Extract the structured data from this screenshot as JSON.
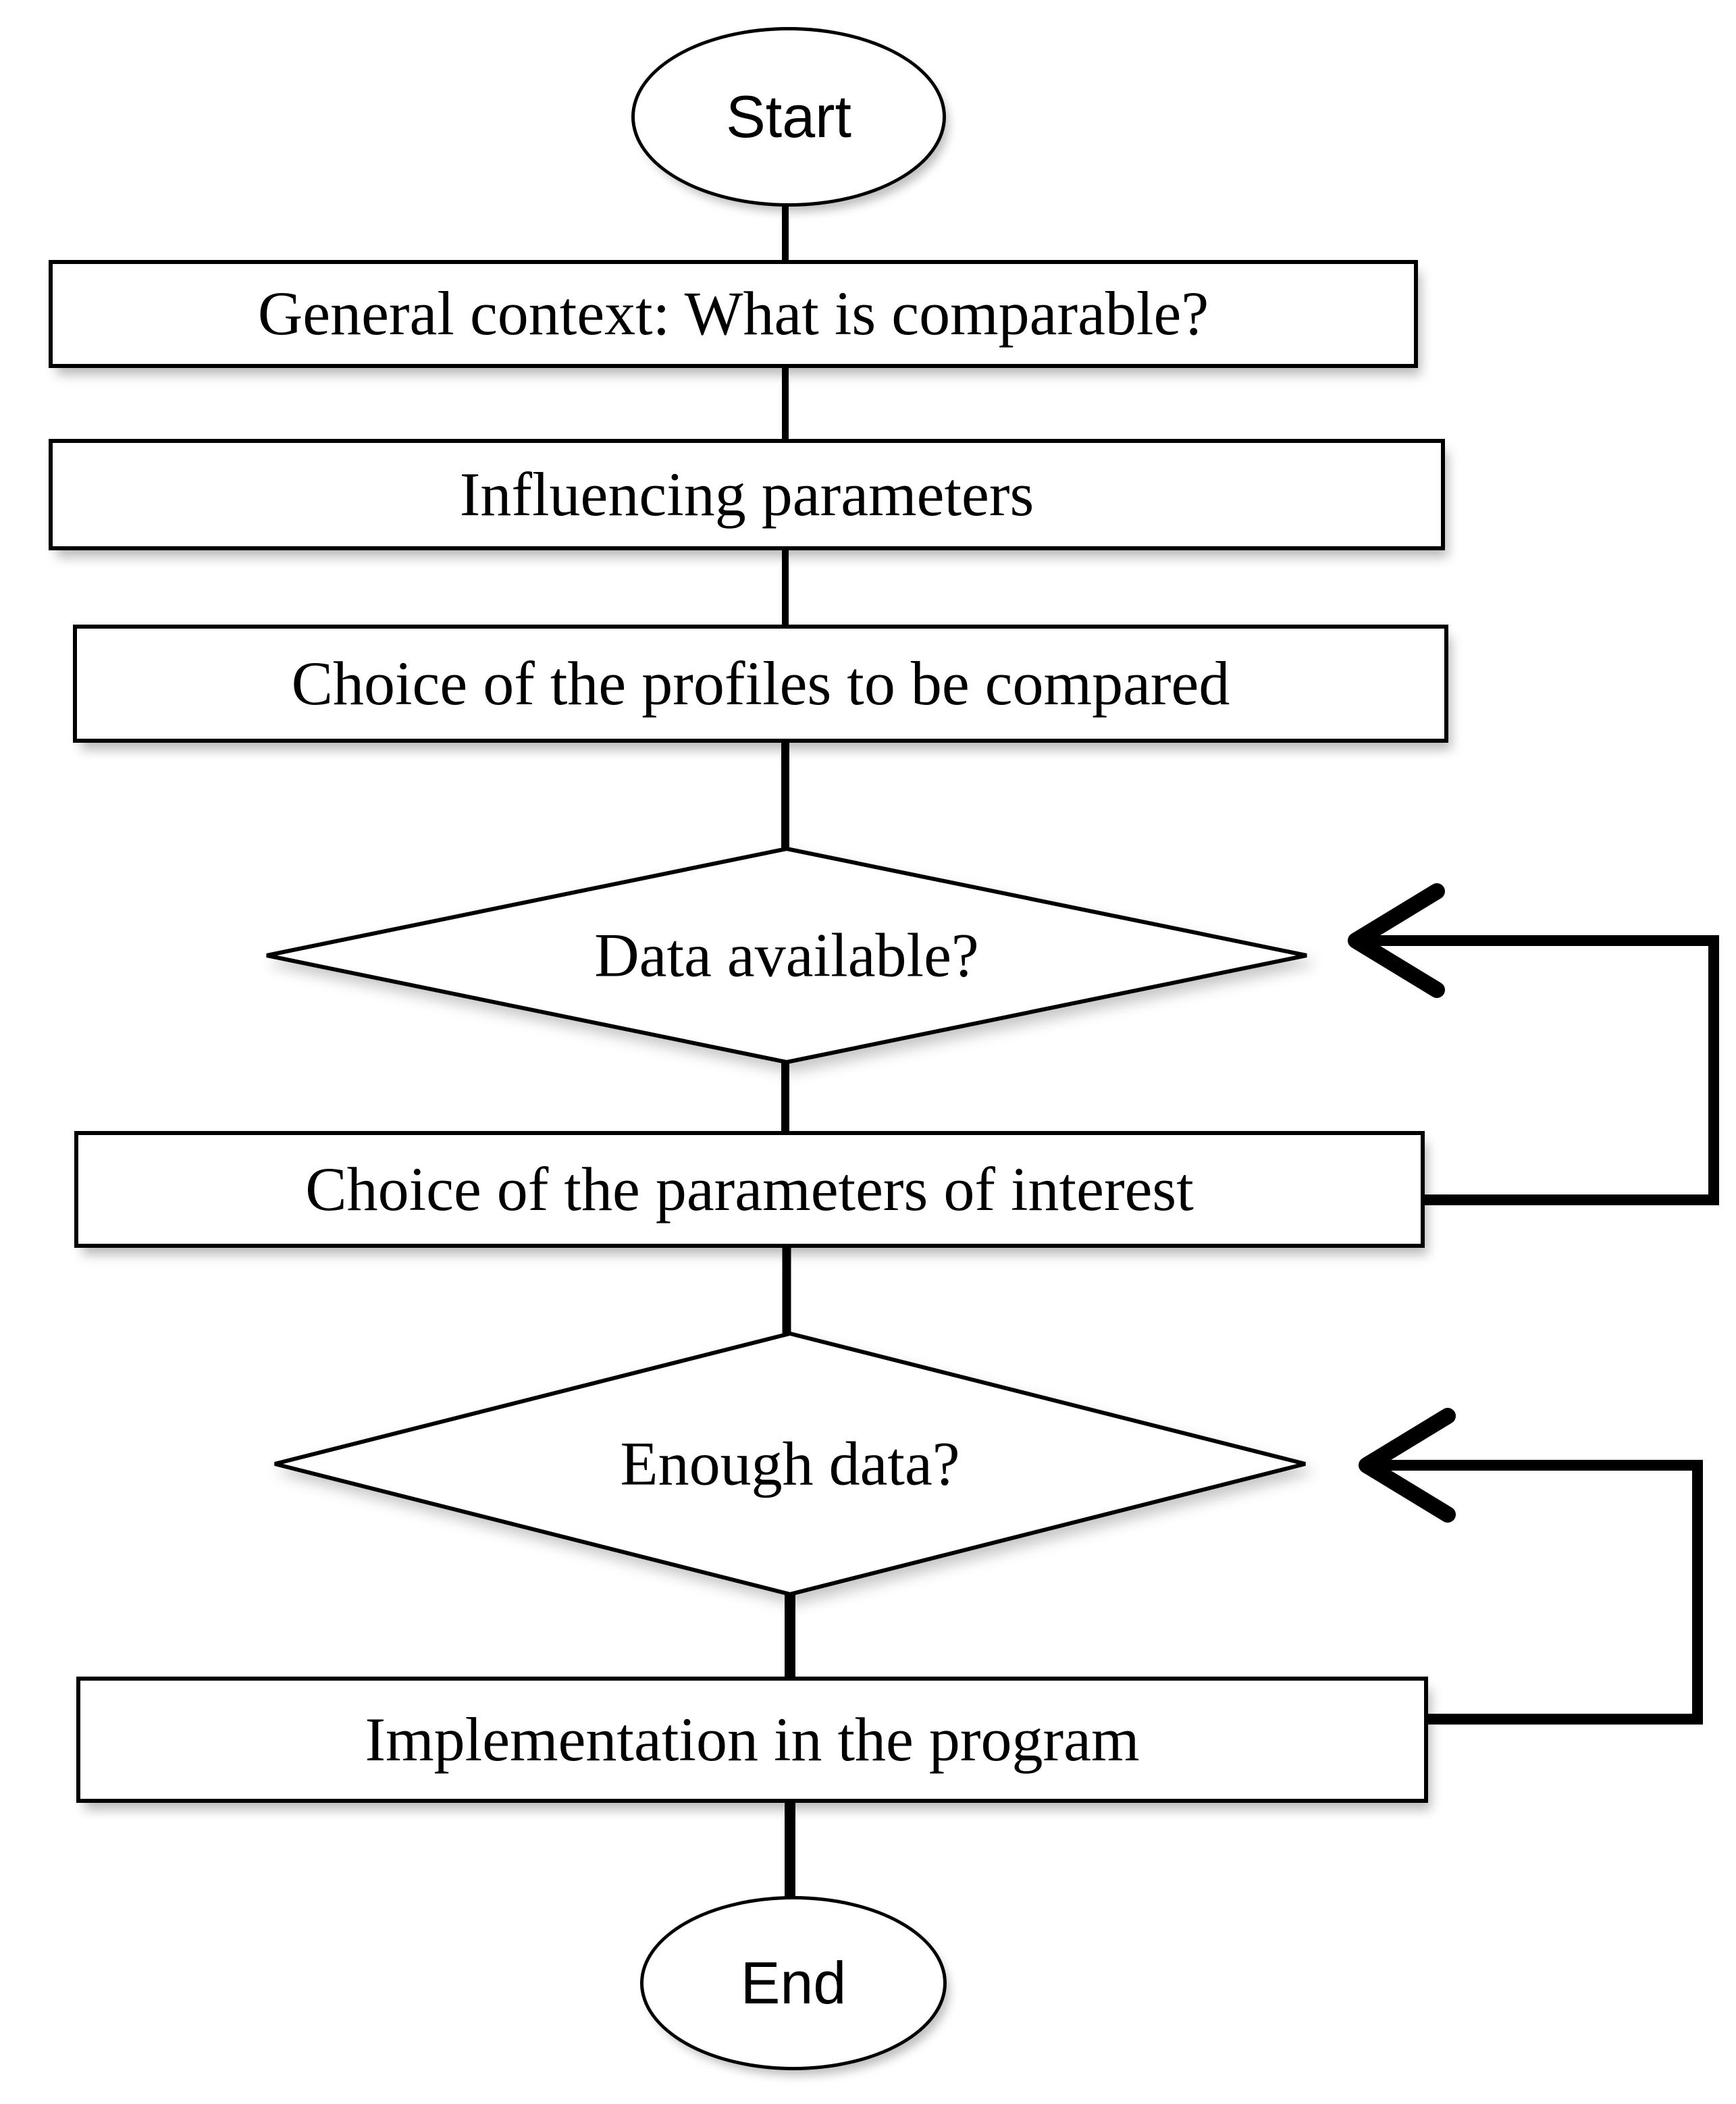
{
  "diagram": {
    "type": "flowchart",
    "colors": {
      "stroke": "#000000",
      "shape_fill": "#ffffff",
      "background": "#ffffff"
    },
    "nodes": {
      "start": {
        "label": "Start",
        "shape": "terminator"
      },
      "general_context": {
        "label": "General context: What is comparable?",
        "shape": "process"
      },
      "influencing_parameters": {
        "label": "Influencing parameters",
        "shape": "process"
      },
      "choice_profiles": {
        "label": "Choice of the profiles to be compared",
        "shape": "process"
      },
      "data_available": {
        "label": "Data available?",
        "shape": "decision"
      },
      "choice_parameters": {
        "label": "Choice of the parameters of interest",
        "shape": "process"
      },
      "enough_data": {
        "label": "Enough data?",
        "shape": "decision"
      },
      "implementation": {
        "label": "Implementation in the program",
        "shape": "process"
      },
      "end": {
        "label": "End",
        "shape": "terminator"
      }
    },
    "edges": [
      {
        "from": "start",
        "to": "general_context",
        "type": "straight"
      },
      {
        "from": "general_context",
        "to": "influencing_parameters",
        "type": "straight"
      },
      {
        "from": "influencing_parameters",
        "to": "choice_profiles",
        "type": "straight"
      },
      {
        "from": "choice_profiles",
        "to": "data_available",
        "type": "straight"
      },
      {
        "from": "data_available",
        "to": "choice_parameters",
        "type": "straight"
      },
      {
        "from": "choice_parameters",
        "to": "data_available",
        "type": "feedback-loop-arrow"
      },
      {
        "from": "choice_parameters",
        "to": "enough_data",
        "type": "straight"
      },
      {
        "from": "enough_data",
        "to": "implementation",
        "type": "straight"
      },
      {
        "from": "implementation",
        "to": "enough_data",
        "type": "feedback-loop-arrow"
      },
      {
        "from": "implementation",
        "to": "end",
        "type": "straight"
      }
    ]
  }
}
